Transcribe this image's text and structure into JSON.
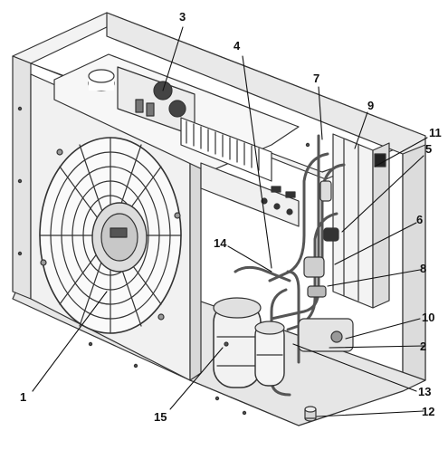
{
  "figure": {
    "subject": "heat-pump-outdoor-unit-cutaway",
    "callouts": {
      "c1": "1",
      "c2": "2",
      "c3": "3",
      "c4": "4",
      "c5": "5",
      "c6": "6",
      "c7": "7",
      "c8": "8",
      "c9": "9",
      "c10": "10",
      "c11": "11",
      "c12": "12",
      "c13": "13",
      "c14": "14",
      "c15": "15"
    }
  }
}
